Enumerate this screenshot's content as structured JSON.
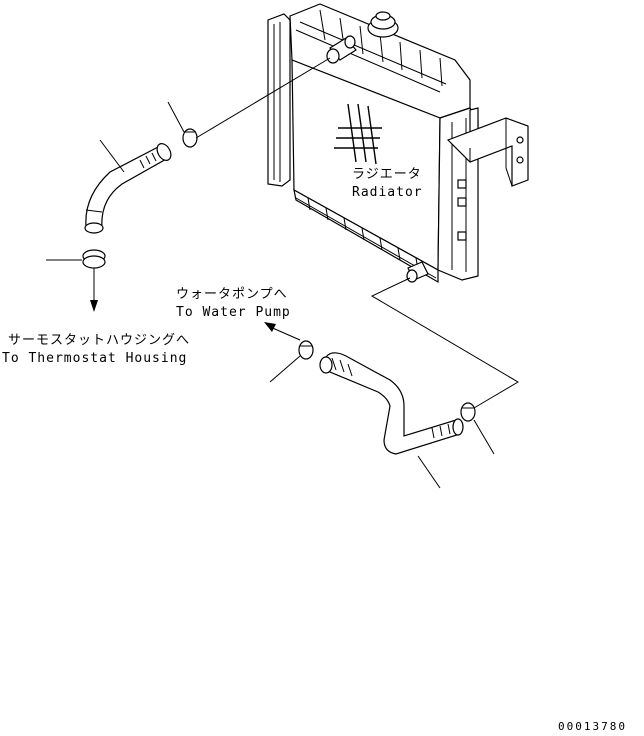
{
  "labels": {
    "radiator_ja": "ラジエータ",
    "radiator_en": "Radiator",
    "water_pump_ja": "ウォータポンプへ",
    "water_pump_en": "To Water Pump",
    "thermostat_ja": "サーモスタットハウジングへ",
    "thermostat_en": "To Thermostat Housing"
  },
  "drawing_number": "00013780"
}
